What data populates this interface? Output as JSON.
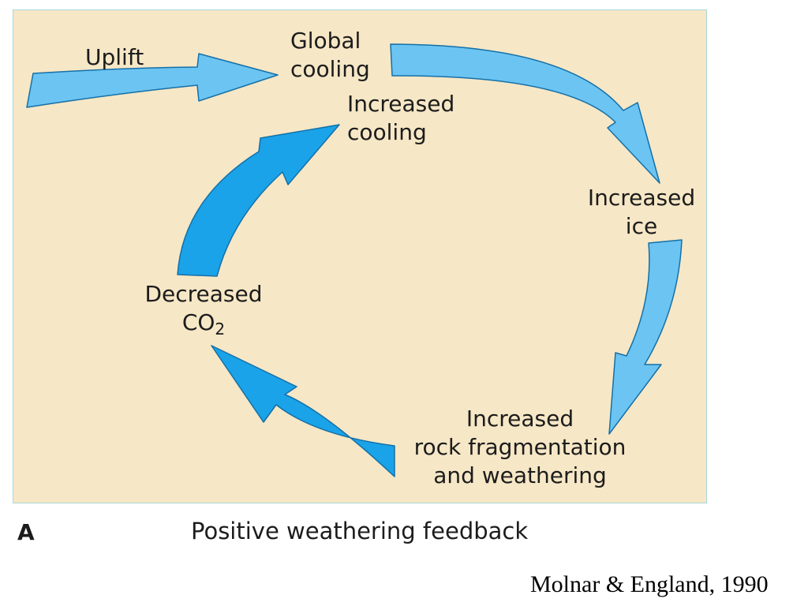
{
  "diagram": {
    "nodes": {
      "uplift": "Uplift",
      "global_cooling": [
        "Global",
        "cooling"
      ],
      "increased_cooling": [
        "Increased",
        "cooling"
      ],
      "increased_ice": [
        "Increased",
        "ice"
      ],
      "rock_fragmentation": [
        "Increased",
        "rock fragmentation",
        "and weathering"
      ],
      "decreased_co2": {
        "line1": "Decreased",
        "co": "CO",
        "subscript": "2"
      }
    },
    "edges": [
      {
        "from": "Uplift",
        "to": "Global cooling"
      },
      {
        "from": "Global cooling",
        "to": "Increased ice"
      },
      {
        "from": "Increased ice",
        "to": "Increased rock fragmentation and weathering"
      },
      {
        "from": "Increased rock fragmentation and weathering",
        "to": "Decreased CO2"
      },
      {
        "from": "Decreased CO2",
        "to": "Increased cooling"
      }
    ],
    "colors": {
      "panel": "#f6e7c6",
      "arrow_light": "#6cc4f2",
      "arrow_dark": "#1aa3e8",
      "outline": "#1470a8"
    }
  },
  "panel_label": "A",
  "caption": "Positive weathering feedback",
  "credit": "Molnar & England, 1990"
}
